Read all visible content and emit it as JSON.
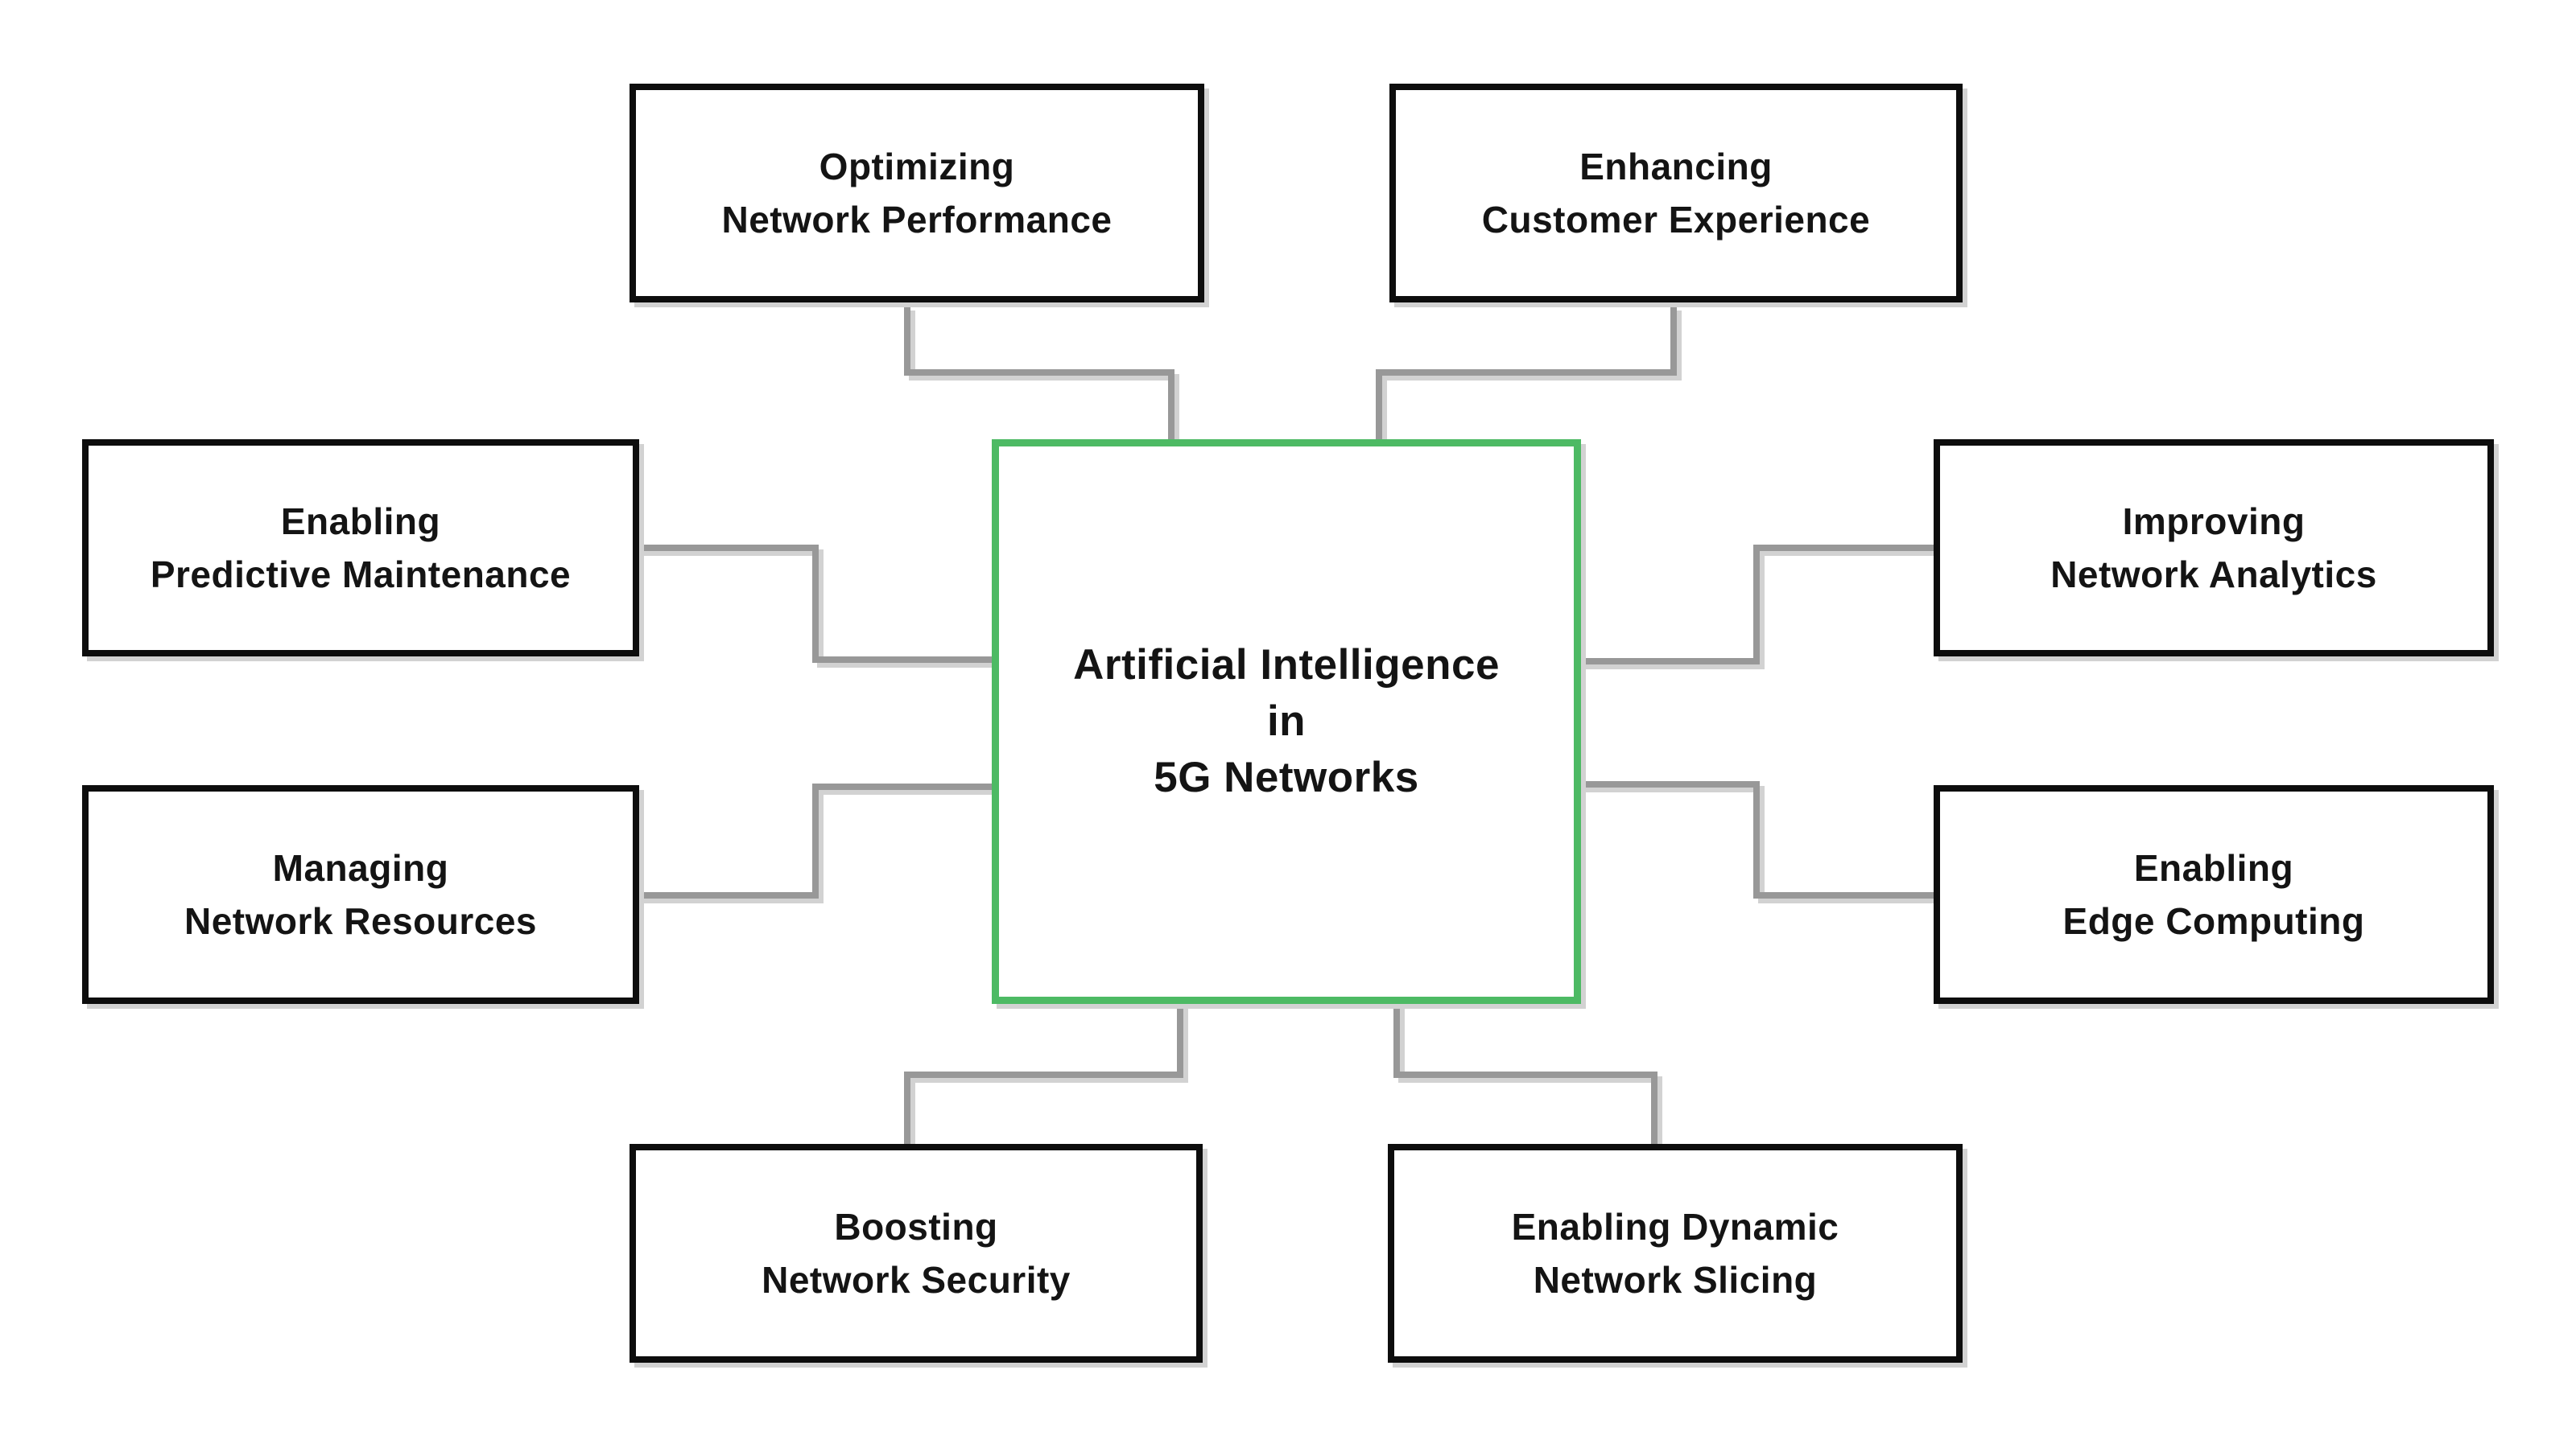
{
  "diagram_title": "Artificial Intelligence in 5G Networks",
  "center_node": {
    "id": "artificial-intelligence-in-5g-networks",
    "label": "Artificial Intelligence\nin\n5G Networks"
  },
  "nodes": [
    {
      "id": "optimizing-network-performance",
      "position": "top-left",
      "label": "Optimizing\nNetwork Performance"
    },
    {
      "id": "enhancing-customer-experience",
      "position": "top-right",
      "label": "Enhancing\nCustomer Experience"
    },
    {
      "id": "enabling-predictive-maintenance",
      "position": "left-top",
      "label": "Enabling\nPredictive Maintenance"
    },
    {
      "id": "managing-network-resources",
      "position": "left-bottom",
      "label": "Managing\nNetwork Resources"
    },
    {
      "id": "improving-network-analytics",
      "position": "right-top",
      "label": "Improving\nNetwork Analytics"
    },
    {
      "id": "enabling-edge-computing",
      "position": "right-bottom",
      "label": "Enabling\nEdge Computing"
    },
    {
      "id": "boosting-network-security",
      "position": "bottom-left",
      "label": "Boosting\nNetwork Security"
    },
    {
      "id": "enabling-dynamic-network-slicing",
      "position": "bottom-right",
      "label": "Enabling Dynamic\nNetwork Slicing"
    }
  ],
  "edges": [
    {
      "from": "artificial-intelligence-in-5g-networks",
      "to": "optimizing-network-performance"
    },
    {
      "from": "artificial-intelligence-in-5g-networks",
      "to": "enhancing-customer-experience"
    },
    {
      "from": "artificial-intelligence-in-5g-networks",
      "to": "enabling-predictive-maintenance"
    },
    {
      "from": "artificial-intelligence-in-5g-networks",
      "to": "managing-network-resources"
    },
    {
      "from": "artificial-intelligence-in-5g-networks",
      "to": "improving-network-analytics"
    },
    {
      "from": "artificial-intelligence-in-5g-networks",
      "to": "enabling-edge-computing"
    },
    {
      "from": "artificial-intelligence-in-5g-networks",
      "to": "boosting-network-security"
    },
    {
      "from": "artificial-intelligence-in-5g-networks",
      "to": "enabling-dynamic-network-slicing"
    }
  ],
  "colors": {
    "background": "#ffffff",
    "node_border": "#0d0d0d",
    "center_border": "#4dba64",
    "connector": "#989898",
    "shadow": "#d2d2d2",
    "text": "#141414"
  }
}
